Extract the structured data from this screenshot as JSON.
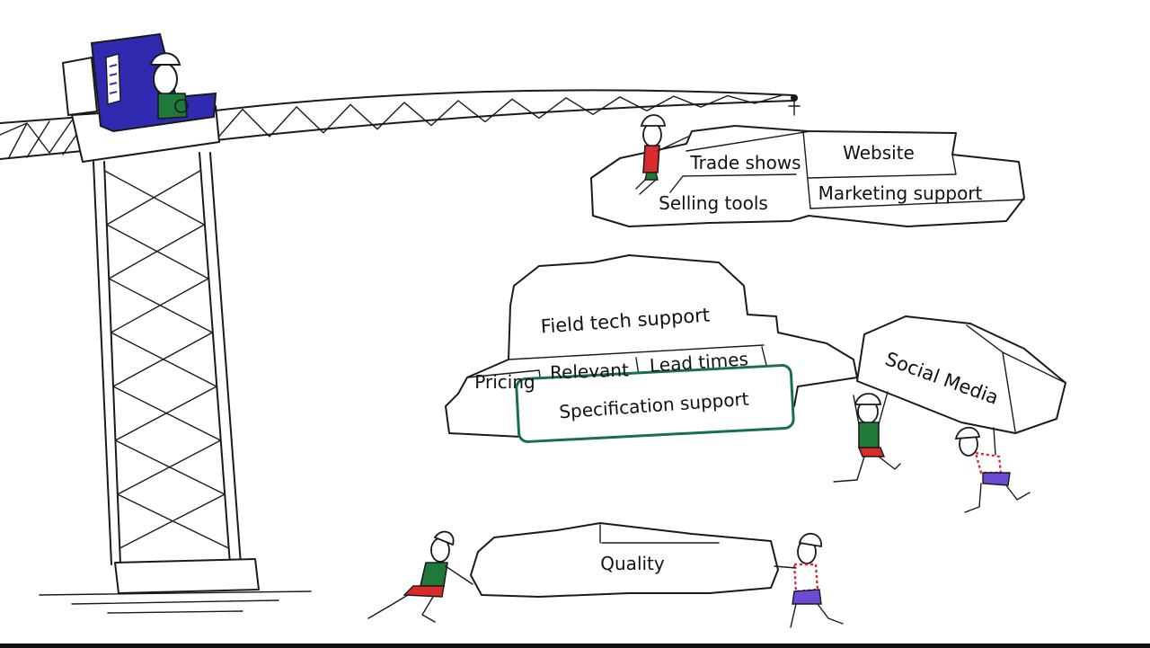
{
  "blocks": {
    "trade_shows": "Trade shows",
    "website": "Website",
    "selling_tools": "Selling tools",
    "marketing_support": "Marketing support",
    "field_tech_support": "Field tech support",
    "pricing": "Pricing",
    "relevant": "Relevant",
    "lead_times": "Lead times",
    "specification_support": "Specification support",
    "social_media": "Social Media",
    "quality": "Quality"
  },
  "colors": {
    "crane_cab": "#2f2ab0",
    "spec_outline": "#1a6e4a",
    "worker_red": "#d92b2b",
    "worker_green": "#1f7a3a",
    "worker_purple": "#6b4bd6"
  },
  "icons": [
    "crane-icon",
    "crane-operator-icon",
    "worker-icon",
    "hook-icon"
  ]
}
